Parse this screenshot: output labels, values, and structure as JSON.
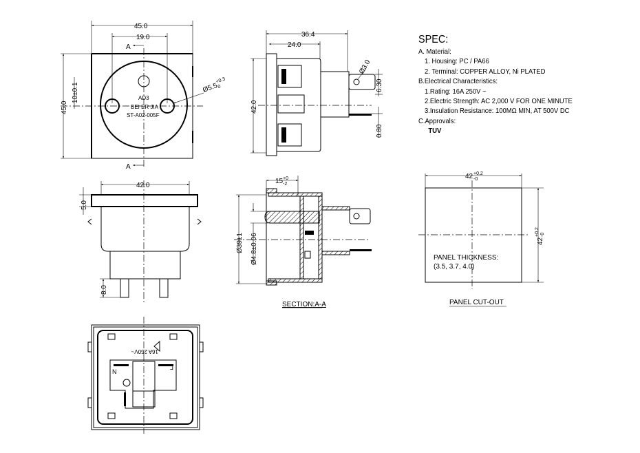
{
  "front_view": {
    "width_dim": "45.0",
    "pin_spacing_dim": "19.0",
    "height_dim": "45.0",
    "offset_dim": "10±0.1",
    "hole_dim": "Ø5.5",
    "hole_tol": "+0.3",
    "hole_tol_low": "0",
    "section_mark": "A",
    "brand_logo": "AD3",
    "brand_name": "BEI ER JIA",
    "model": "ST-A02-005F"
  },
  "side_view": {
    "overall_length_dim": "36.4",
    "body_length_dim": "24.0",
    "height_dim": "42.0",
    "terminal_hole_dim": "Ø3.0",
    "terminal_width_dim": "6.30",
    "terminal_thickness_dim": "0.80"
  },
  "bottom_view": {
    "width_dim": "42.0",
    "flange_dim": "5.0",
    "terminal_length_dim": "8.0"
  },
  "section_view": {
    "depth_dim": "15",
    "depth_tol_high": "+0",
    "depth_tol_low": "-2",
    "diameter_dim": "Ø39±1",
    "pin_diameter_dim": "Ø4.8±0.06",
    "title": "SECTION:A-A"
  },
  "rear_view": {
    "rating_mark": "16A 250V~",
    "neutral_label": "N",
    "live_label": "L"
  },
  "panel_cutout": {
    "width_dim": "42",
    "width_tol_high": "+0.2",
    "width_tol_low": "-0",
    "height_dim": "42",
    "height_tol_high": "+0.2",
    "height_tol_low": "-0",
    "thickness_label": "PANEL THICKNESS:",
    "thickness_values": "(3.5, 3.7, 4.0)",
    "title": "PANEL CUT-OUT"
  },
  "spec": {
    "title": "SPEC:",
    "material_heading": "A. Material:",
    "housing": "1.  Housing: PC / PA66",
    "terminal": "2.  Terminal: COPPER ALLOY, Ni PLATED",
    "electrical_heading": "B.Electrical Characteristics:",
    "rating": "1.Rating:  16A 250V ~",
    "strength": "2.Electric Strength: AC 2,000 V FOR ONE MINUTE",
    "insulation": "3.Insulation Resistance: 100MΩ MIN, AT 500V DC",
    "approvals_heading": "C.Approvals:",
    "approval": "TUV"
  }
}
